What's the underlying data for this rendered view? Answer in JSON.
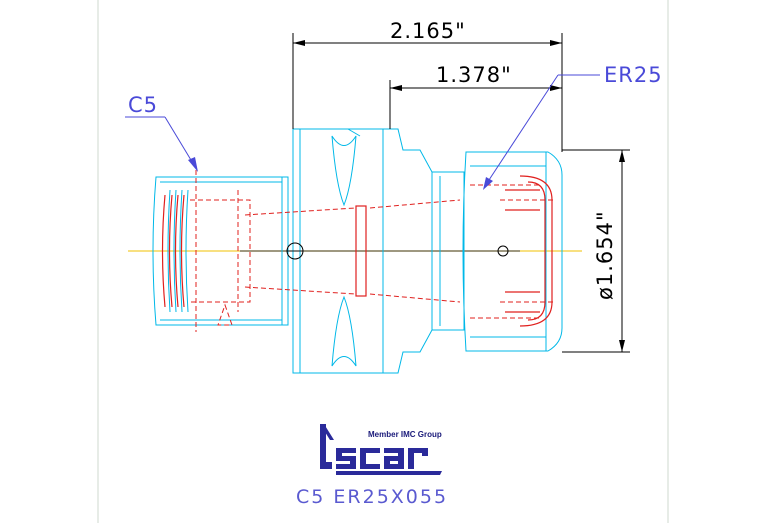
{
  "drawing": {
    "dimensions": {
      "overall_length": "2.165\"",
      "collet_length": "1.378\"",
      "diameter": "ø1.654\""
    },
    "labels": {
      "left_interface": "C5",
      "right_collet": "ER25"
    },
    "logo": {
      "tagline": "Member IMC Group",
      "brand": "iscar"
    },
    "caption": "C5 ER25X055"
  },
  "colors": {
    "cyan_outline": "#00b8e8",
    "red_hidden": "#e0201e",
    "blue_label": "#4a4ad8",
    "dimension": "#000000",
    "centerline": "#f0c000",
    "logo": "#2a2a9a"
  }
}
